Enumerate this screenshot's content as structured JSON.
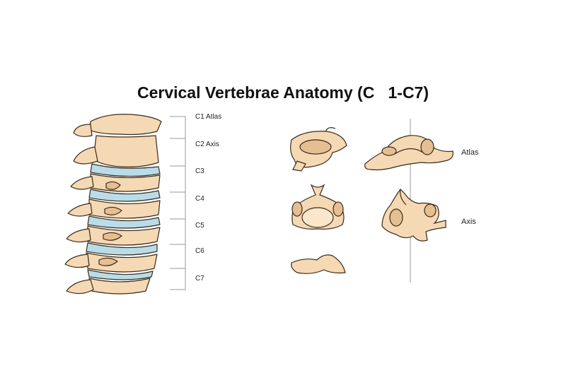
{
  "title": "Cervical Vertebrae Anatomy (C   1-C7)",
  "spine_labels": [
    "C1 Atlas",
    "C2 Axis",
    "C3",
    "C4",
    "C5",
    "C6",
    "C7"
  ],
  "view_labels": {
    "atlas": "Atlas",
    "axis": "Axis"
  },
  "colors": {
    "bone": "#f5d9b4",
    "bone_shadow": "#e5bf92",
    "outline": "#3a2a1a",
    "disc": "#b9dde8",
    "disc_shadow": "#8ec2d3",
    "rule": "#9a9a9a"
  }
}
